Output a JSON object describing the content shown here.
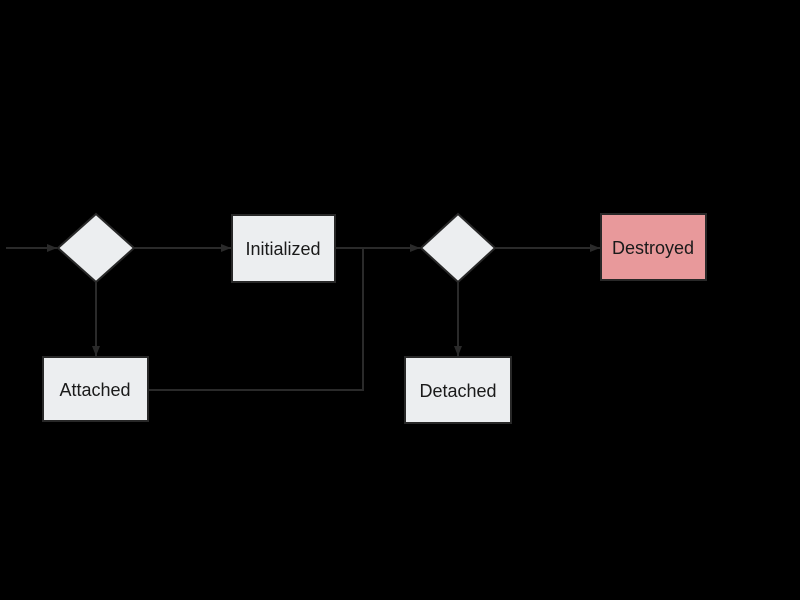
{
  "diagram": {
    "background_color": "#000000",
    "edge_color": "#2a2a2a",
    "node_border_color": "#282828",
    "label_color": "#1a1a1a",
    "nodes": {
      "entry_decision": {
        "type": "decision",
        "label": "",
        "fill": "#eceef0"
      },
      "initialized": {
        "type": "process",
        "label": "Initialized",
        "fill": "#eceef0"
      },
      "attached": {
        "type": "process",
        "label": "Attached",
        "fill": "#eceef0"
      },
      "exit_decision": {
        "type": "decision",
        "label": "",
        "fill": "#eceef0"
      },
      "detached": {
        "type": "process",
        "label": "Detached",
        "fill": "#eceef0"
      },
      "destroyed": {
        "type": "process",
        "label": "Destroyed",
        "fill": "#e8999b"
      }
    },
    "edges": [
      {
        "from": "start",
        "to": "entry_decision"
      },
      {
        "from": "entry_decision",
        "to": "initialized"
      },
      {
        "from": "entry_decision",
        "to": "attached"
      },
      {
        "from": "initialized",
        "to": "exit_decision"
      },
      {
        "from": "attached",
        "to": "exit_decision"
      },
      {
        "from": "exit_decision",
        "to": "destroyed"
      },
      {
        "from": "exit_decision",
        "to": "detached"
      }
    ]
  }
}
